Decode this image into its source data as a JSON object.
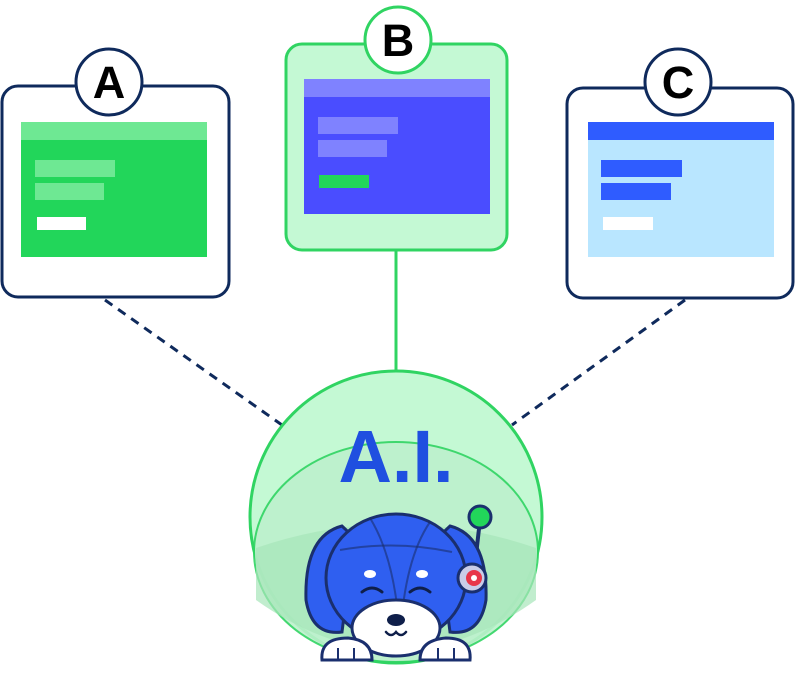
{
  "variants": [
    {
      "id": "a",
      "label": "A"
    },
    {
      "id": "b",
      "label": "B"
    },
    {
      "id": "c",
      "label": "C"
    }
  ],
  "ai": {
    "label": "A.I."
  },
  "colors": {
    "navy": "#0f2a5c",
    "green": "#22d65a",
    "green_light": "#6ee893",
    "green_pale": "#c4f9d4",
    "green_stroke": "#30d462",
    "indigo": "#4a4dff",
    "indigo_light": "#7f82ff",
    "blue": "#2f5cff",
    "blue_pale": "#b9e6ff",
    "ai_text": "#1f4fe0",
    "dog_blue": "#2f5ff0"
  }
}
